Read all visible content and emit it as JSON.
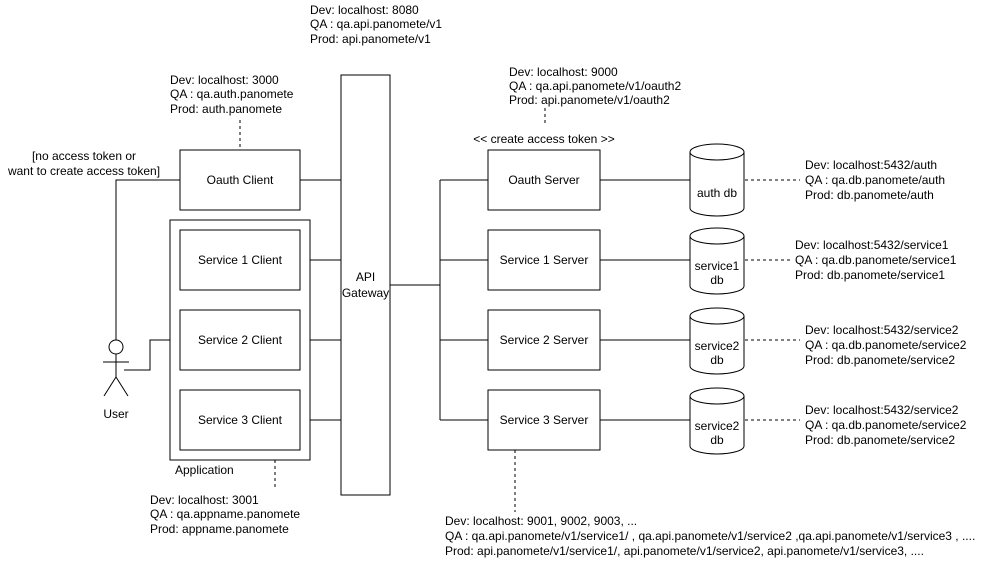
{
  "gateway": {
    "label_line1": "API",
    "label_line2": "Gateway",
    "env": [
      "Dev: localhost: 8080",
      "QA : qa.api.panomete/v1",
      "Prod: api.panomete/v1"
    ]
  },
  "oauth_client": {
    "label": "Oauth Client",
    "env": [
      "Dev: localhost: 3000",
      "QA : qa.auth.panomete",
      "Prod: auth.panomete"
    ]
  },
  "oauth_client_edge_note": [
    "[no access token or",
    "want to create access token]"
  ],
  "application": {
    "label": "Application",
    "env": [
      "Dev: localhost: 3001",
      "QA : qa.appname.panomete",
      "Prod: appname.panomete"
    ],
    "clients": [
      "Service 1 Client",
      "Service 2 Client",
      "Service 3 Client"
    ]
  },
  "user": {
    "label": "User"
  },
  "oauth_server": {
    "label": "Oauth Server",
    "stereotype": "<< create access token >>",
    "env": [
      "Dev: localhost: 9000",
      "QA : qa.api.panomete/v1/oauth2",
      "Prod: api.panomete/v1/oauth2"
    ]
  },
  "servers": [
    "Service 1 Server",
    "Service 2 Server",
    "Service 3 Server"
  ],
  "servers_env": [
    "Dev: localhost: 9001, 9002, 9003, ...",
    "QA : qa.api.panomete/v1/service1/ , qa.api.panomete/v1/service2 ,qa.api.panomete/v1/service3 , ....",
    "Prod: api.panomete/v1/service1/, api.panomete/v1/service2, api.panomete/v1/service3, ...."
  ],
  "databases": [
    {
      "label_line1": "auth db",
      "label_line2": "",
      "env": [
        "Dev: localhost:5432/auth",
        "QA : qa.db.panomete/auth",
        "Prod: db.panomete/auth"
      ]
    },
    {
      "label_line1": "service1",
      "label_line2": "db",
      "env": [
        "Dev: localhost:5432/service1",
        "QA : qa.db.panomete/service1",
        "Prod: db.panomete/service1"
      ]
    },
    {
      "label_line1": "service2",
      "label_line2": "db",
      "env": [
        "Dev: localhost:5432/service2",
        "QA : qa.db.panomete/service2",
        "Prod: db.panomete/service2"
      ]
    },
    {
      "label_line1": "service2",
      "label_line2": "db",
      "env": [
        "Dev: localhost:5432/service2",
        "QA : qa.db.panomete/service2",
        "Prod: db.panomete/service2"
      ]
    }
  ]
}
